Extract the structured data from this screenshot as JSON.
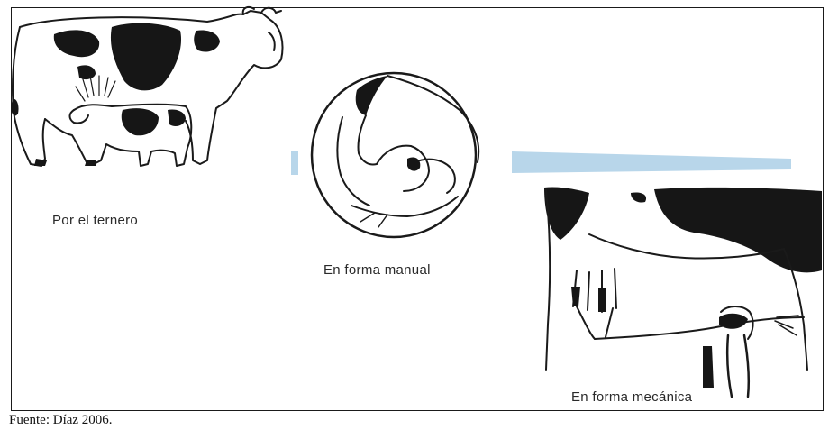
{
  "panels": {
    "calf": {
      "caption": "Por el ternero"
    },
    "manual": {
      "caption": "En forma manual"
    },
    "mechanical": {
      "caption": "En forma mecánica"
    }
  },
  "source": "Fuente: Díaz 2006.",
  "colors": {
    "accent": "#b8d6ea",
    "ink": "#1a1a1a"
  }
}
